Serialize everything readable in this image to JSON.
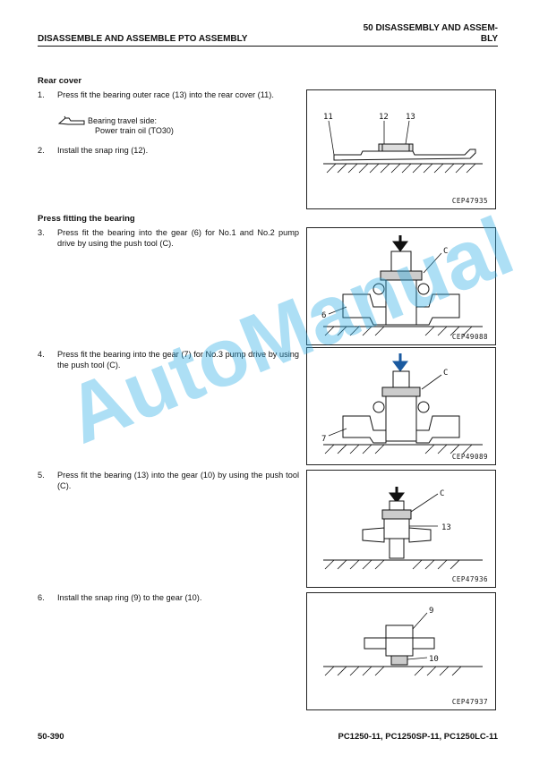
{
  "header": {
    "section_right_line1": "50 DISASSEMBLY AND ASSEM-",
    "section_right_line2": "BLY",
    "title": "DISASSEMBLE AND ASSEMBLE PTO ASSEMBLY"
  },
  "rear_cover": {
    "heading": "Rear cover",
    "step1_num": "1.",
    "step1_text": "Press fit the bearing outer race (13) into the rear cover (11).",
    "note_line1": "Bearing travel side:",
    "note_line2": "Power train oil (TO30)",
    "step2_num": "2.",
    "step2_text": "Install the snap ring (12)."
  },
  "press_fitting": {
    "heading": "Press fitting the bearing",
    "step3_num": "3.",
    "step3_text": "Press fit the bearing into the gear (6) for No.1 and No.2 pump drive by using the push tool (C).",
    "step4_num": "4.",
    "step4_text": "Press fit the bearing into the gear (7) for No.3 pump drive by using the push tool (C).",
    "step5_num": "5.",
    "step5_text": "Press fit the bearing (13) into the gear (10) by using the push tool (C).",
    "step6_num": "6.",
    "step6_text": "Install the snap ring (9) to the gear (10)."
  },
  "figures": {
    "fig1": {
      "code": "CEP47935",
      "labels": [
        "11",
        "12",
        "13"
      ]
    },
    "fig2": {
      "code": "CEP49088",
      "labels": [
        "C",
        "6"
      ]
    },
    "fig3": {
      "code": "CEP49089",
      "labels": [
        "C",
        "7"
      ]
    },
    "fig4": {
      "code": "CEP47936",
      "labels": [
        "C",
        "13"
      ]
    },
    "fig5": {
      "code": "CEP47937",
      "labels": [
        "9",
        "10"
      ]
    }
  },
  "watermark": "AutoManual",
  "footer": {
    "page_number": "50-390",
    "models": "PC1250-11, PC1250SP-11, PC1250LC-11"
  }
}
